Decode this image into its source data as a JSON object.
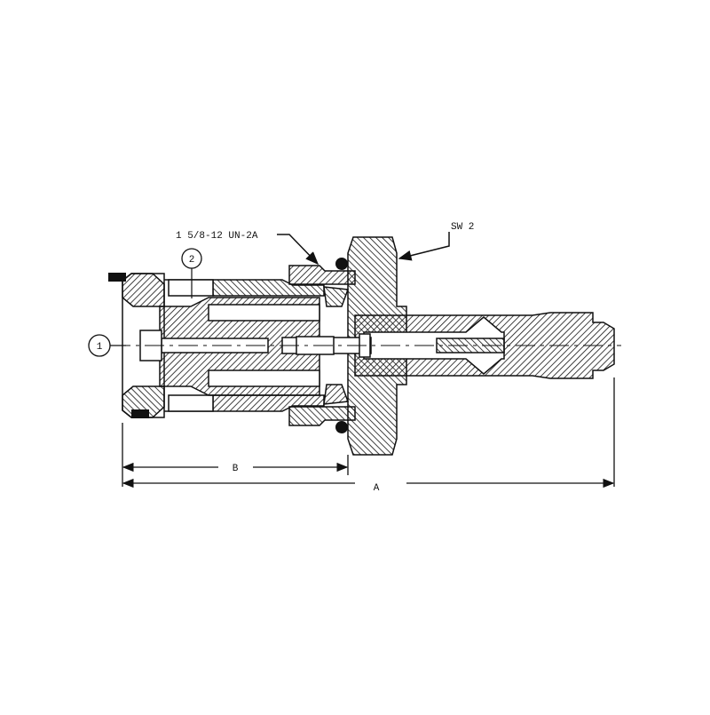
{
  "drawing": {
    "thread_callout": "1 5/8-12 UN-2A",
    "wrench_callout": "SW 2",
    "balloons": [
      "1",
      "2"
    ],
    "dimensions": {
      "short": "B",
      "overall": "A"
    }
  },
  "colors": {
    "line": "#111111",
    "background": "#ffffff"
  }
}
